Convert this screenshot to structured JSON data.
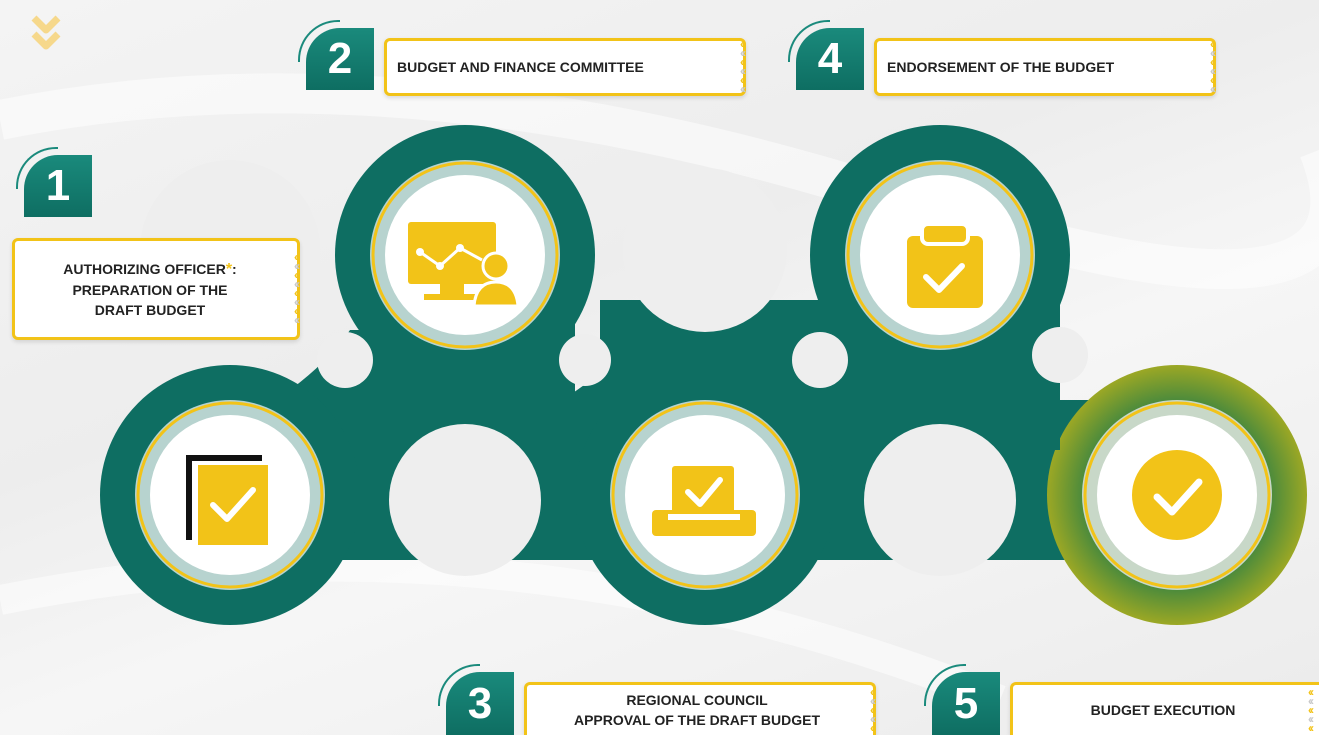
{
  "steps": [
    {
      "number": "1",
      "label_line1": "AUTHORIZING OFFICER",
      "label_star": "*",
      "label_colon": ":",
      "label_line2": "PREPARATION OF THE",
      "label_line3": "DRAFT BUDGET"
    },
    {
      "number": "2",
      "label": "BUDGET AND FINANCE COMMITTEE"
    },
    {
      "number": "3",
      "label_line1": "REGIONAL COUNCIL",
      "label_line2": "APPROVAL OF THE DRAFT BUDGET"
    },
    {
      "number": "4",
      "label": "ENDORSEMENT OF THE BUDGET"
    },
    {
      "number": "5",
      "label": "BUDGET EXECUTION"
    }
  ],
  "icons": [
    "document-check-icon",
    "presentation-chart-icon",
    "ballot-box-icon",
    "clipboard-check-icon",
    "check-circle-icon"
  ],
  "colors": {
    "teal": "#0e6e62",
    "yellow": "#f2c318",
    "ring": "#b7d3cf",
    "white": "#ffffff"
  }
}
